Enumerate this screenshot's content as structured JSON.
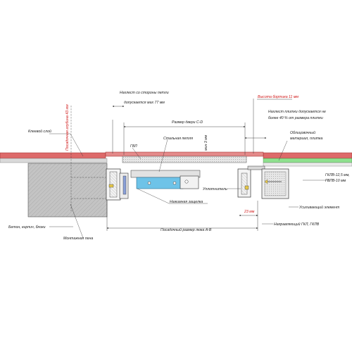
{
  "labels": {
    "overlap_hinge": "Нахлест со стороны петли",
    "overlap_hinge_max": "допускается мах 77 мм",
    "side_height": "Высота бортика 11 мм",
    "tile_overlap_line1": "Нахлест плитки допускается не",
    "tile_overlap_line2": "более 40 % от размера плитки",
    "door_size": "Размер двери С-D",
    "glue_layer": "Клеевой слой",
    "planting_depth": "Посадочная глубина 43 мм",
    "gvl": "ГВЛ",
    "steel_hinge": "Стальная петля",
    "min_gap": "мин 3 мм",
    "facing_line1": "Облицовочный",
    "facing_line2": "материал, плитка",
    "gkl_line1": "ГКЛВ-12,5 мм,",
    "gkl_line2": "ГВЛВ-10 мм",
    "seal": "Уплотнитель",
    "push_latch": "Нажимная защелка",
    "reinforcing": "Усиливающий элемент",
    "gap_23": "23 мм",
    "concrete": "Бетон, кирпич, блоки",
    "mounting_foam": "Монтажная пена",
    "guide_gkl": "Направляющий ГКЛ, ГКЛВ",
    "hatch_size": "Посадочный размер люка А-В"
  },
  "colors": {
    "tile_red": "#dd6a6a",
    "glue_green": "#8fe08f",
    "hinge_blue": "#6ec3e8",
    "concrete_gray": "#bdbdbd",
    "red_text": "#d01818"
  }
}
